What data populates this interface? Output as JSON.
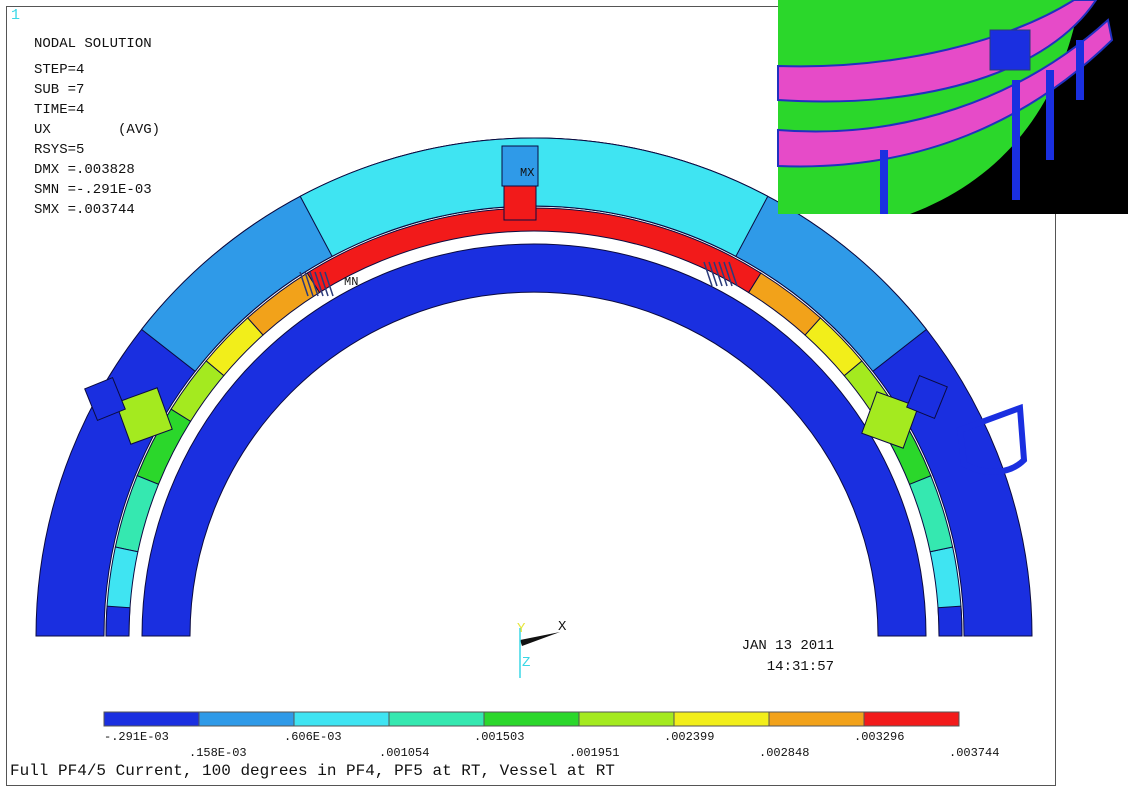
{
  "window_number": "1",
  "header": {
    "title": "NODAL SOLUTION",
    "lines": [
      "STEP=4",
      "SUB =7",
      "TIME=4",
      "UX        (AVG)",
      "RSYS=5",
      "DMX =.003828",
      "SMN =-.291E-03",
      "SMX =.003744"
    ]
  },
  "contour": {
    "result": "UX",
    "min": -0.000291,
    "max": 0.003744,
    "colors": [
      "#1a2fe0",
      "#2f9ae8",
      "#3fe4f2",
      "#35e8b0",
      "#2bd72b",
      "#a4ea1f",
      "#f2ee1a",
      "#f2a21a",
      "#f21a1a"
    ],
    "labels": [
      "-.291E-03",
      ".158E-03",
      ".606E-03",
      ".001054",
      ".001503",
      ".001951",
      ".002399",
      ".002848",
      ".003296",
      ".003744"
    ]
  },
  "triad": {
    "y": "Y",
    "x": "X",
    "z": "Z"
  },
  "date": "JAN 13 2011",
  "time": "14:31:57",
  "mx_label": "MX",
  "mn_label": "MN",
  "caption": "Full PF4/5 Current, 100 degrees in PF4, PF5 at RT, Vessel at RT"
}
